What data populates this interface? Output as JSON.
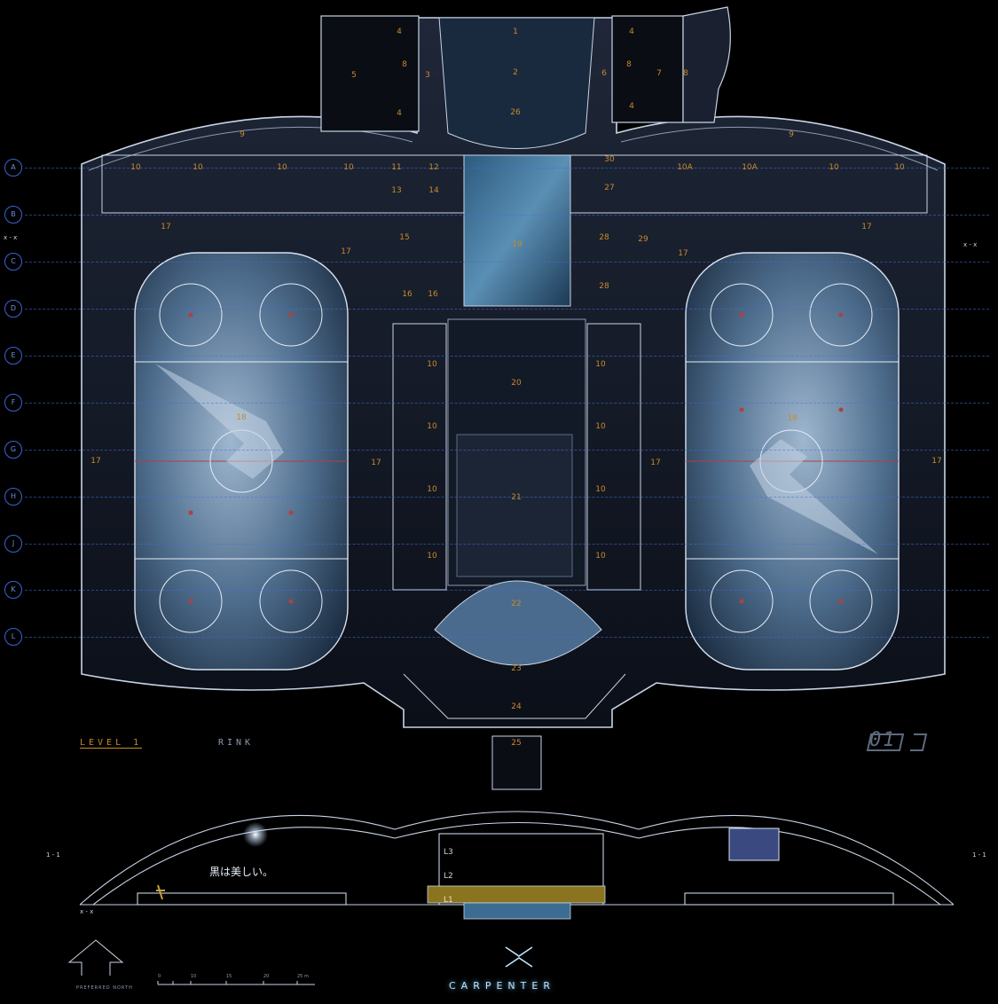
{
  "grid_axes": [
    "A",
    "B",
    "C",
    "D",
    "E",
    "F",
    "G",
    "H",
    "J",
    "K",
    "L"
  ],
  "room_numbers": {
    "r1": "1",
    "r2": "2",
    "r3": "3",
    "r4": "4",
    "r5": "5",
    "r6": "6",
    "r7": "7",
    "r8": "8",
    "r9": "9",
    "r10": "10",
    "r10a": "10A",
    "r11": "11",
    "r12": "12",
    "r13": "13",
    "r14": "14",
    "r15": "15",
    "r16": "16",
    "r17": "17",
    "r18": "18",
    "r19": "19",
    "r20": "20",
    "r21": "21",
    "r22": "22",
    "r23": "23",
    "r24": "24",
    "r25": "25",
    "r26": "26",
    "r27": "27",
    "r28": "28",
    "r29": "29",
    "r30": "30"
  },
  "captions": {
    "level": "LEVEL 1",
    "area": "RINK",
    "sheet_number": "01",
    "section_mark_x": "x - x",
    "section_mark_top": "1 - 1",
    "japanese_text": "黒は美しい。",
    "level_l1": "L1",
    "level_l2": "L2",
    "level_l3": "L3",
    "north_label": "PREFERRED NORTH",
    "scale_ticks": [
      "0",
      "10",
      "15",
      "20",
      "25 m"
    ],
    "brand": "CARPENTER"
  },
  "colors": {
    "line": "#c8d4e6",
    "room_number": "#c98a2a",
    "grid_axis": "#3a63d4",
    "ice": "#4d6f92",
    "level_band": "#8a7420"
  }
}
